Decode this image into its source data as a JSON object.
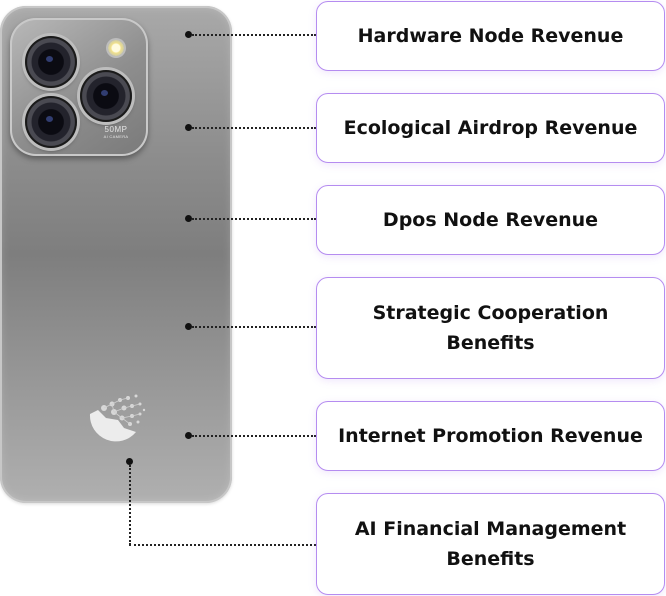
{
  "phone": {
    "camera_label": "50MP",
    "camera_sub_label": "AI CAMERA",
    "icons": [
      "camera-lens-icon",
      "flash-icon",
      "brand-logo-icon"
    ]
  },
  "revenue_items": [
    {
      "label": "Hardware Node Revenue"
    },
    {
      "label": "Ecological Airdrop Revenue"
    },
    {
      "label": "Dpos Node Revenue"
    },
    {
      "label": "Strategic Cooperation Benefits"
    },
    {
      "label": "Internet Promotion Revenue"
    },
    {
      "label": "AI Financial Management Benefits"
    }
  ],
  "colors": {
    "card_border": "#b58cf0",
    "connector": "#222222",
    "text": "#111111"
  }
}
